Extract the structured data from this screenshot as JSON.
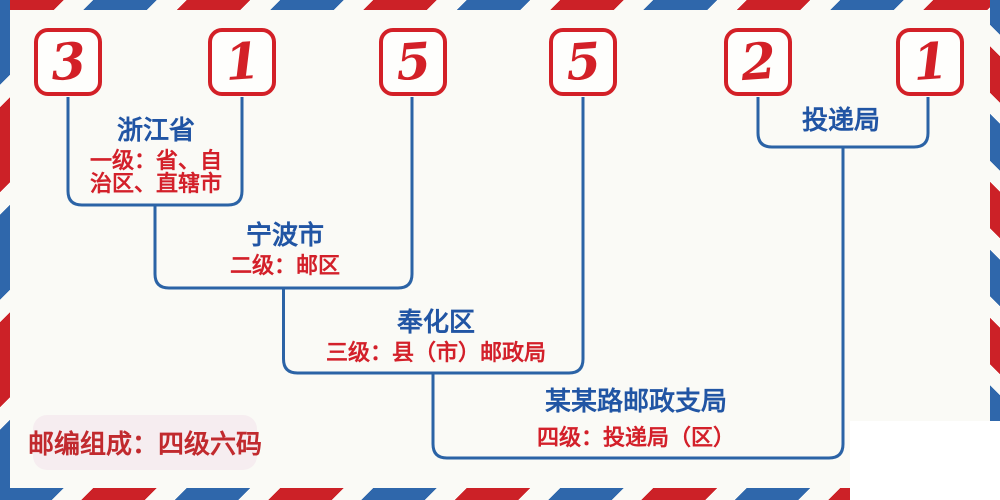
{
  "code": {
    "digits": [
      "3",
      "1",
      "5",
      "5",
      "2",
      "1"
    ]
  },
  "levels": [
    {
      "name": "浙江省",
      "desc": "一级：省、自治区、直辖市"
    },
    {
      "name": "宁波市",
      "desc": "二级：邮区"
    },
    {
      "name": "奉化区",
      "desc": "三级：县（市）邮政局"
    },
    {
      "name": "某某路邮政支局",
      "desc": "四级：投递局（区）"
    },
    {
      "name": "投递局"
    }
  ],
  "footer_badge": {
    "label": "邮编组成：四级六码"
  },
  "colors": {
    "background": "#fafaf6",
    "stripe_red": "#cc2127",
    "stripe_blue": "#2f67ab",
    "digit_red": "#d32027",
    "connector_blue": "#2b63a6",
    "name_blue": "#2155a4",
    "desc_red": "#d3202a",
    "badge_bg": "#f6edf0",
    "badge_text": "#c12a2e",
    "whiteout": "#ffffff"
  }
}
